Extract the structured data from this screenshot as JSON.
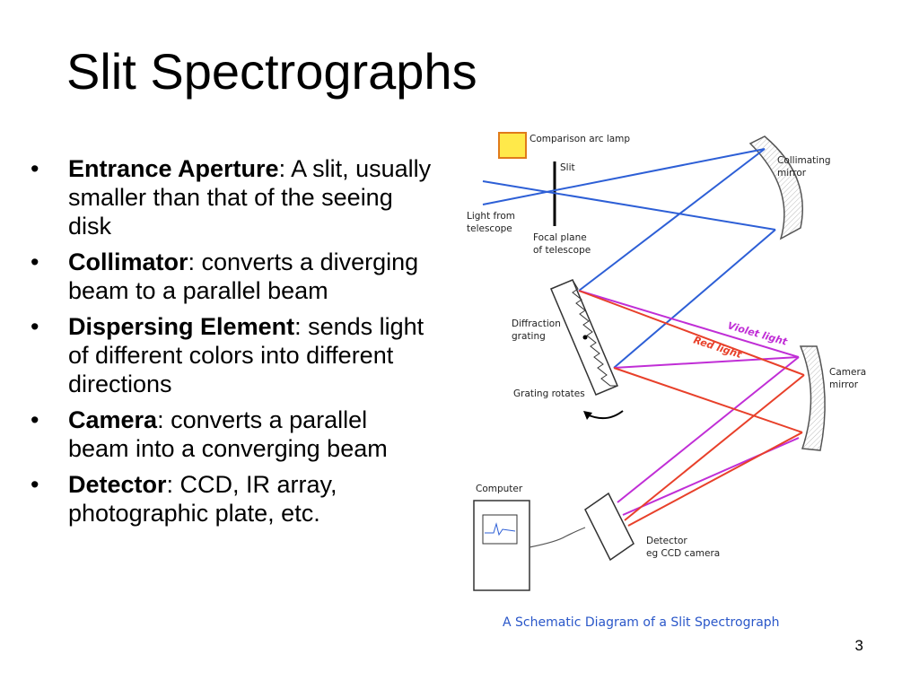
{
  "slide": {
    "title": "Slit Spectrographs",
    "number": "3",
    "bullet_glyph": "•",
    "bullets": [
      {
        "term": "Entrance Aperture",
        "text": ": A slit, usually smaller than that of the seeing disk"
      },
      {
        "term": "Collimator",
        "text": ": converts a diverging beam to a parallel beam"
      },
      {
        "term": "Dispersing Element",
        "text": ": sends light of different colors into different directions"
      },
      {
        "term": "Camera",
        "text": ": converts a parallel beam into a converging beam"
      },
      {
        "term": "Detector",
        "text": ": CCD, IR array, photographic plate, etc."
      }
    ]
  },
  "diagram": {
    "caption": "A Schematic Diagram of a Slit Spectrograph",
    "labels": {
      "lamp": "Comparison arc lamp",
      "slit": "Slit",
      "collimating_1": "Collimating",
      "collimating_2": "mirror",
      "light_1": "Light from",
      "light_2": "telescope",
      "focal_1": "Focal plane",
      "focal_2": "of telescope",
      "diffraction_1": "Diffraction",
      "diffraction_2": "grating",
      "grating_rotates": "Grating rotates",
      "violet": "Violet light",
      "red": "Red light",
      "camera_1": "Camera",
      "camera_2": "mirror",
      "computer": "Computer",
      "detector_1": "Detector",
      "detector_2": "eg CCD camera"
    },
    "colors": {
      "blue_beam": "#2d5fd6",
      "violet_beam": "#c02ed6",
      "red_beam": "#e8402a",
      "caption": "#2a57c9",
      "lamp_fill": "#ffe94a",
      "lamp_stroke": "#e07b1a"
    }
  }
}
